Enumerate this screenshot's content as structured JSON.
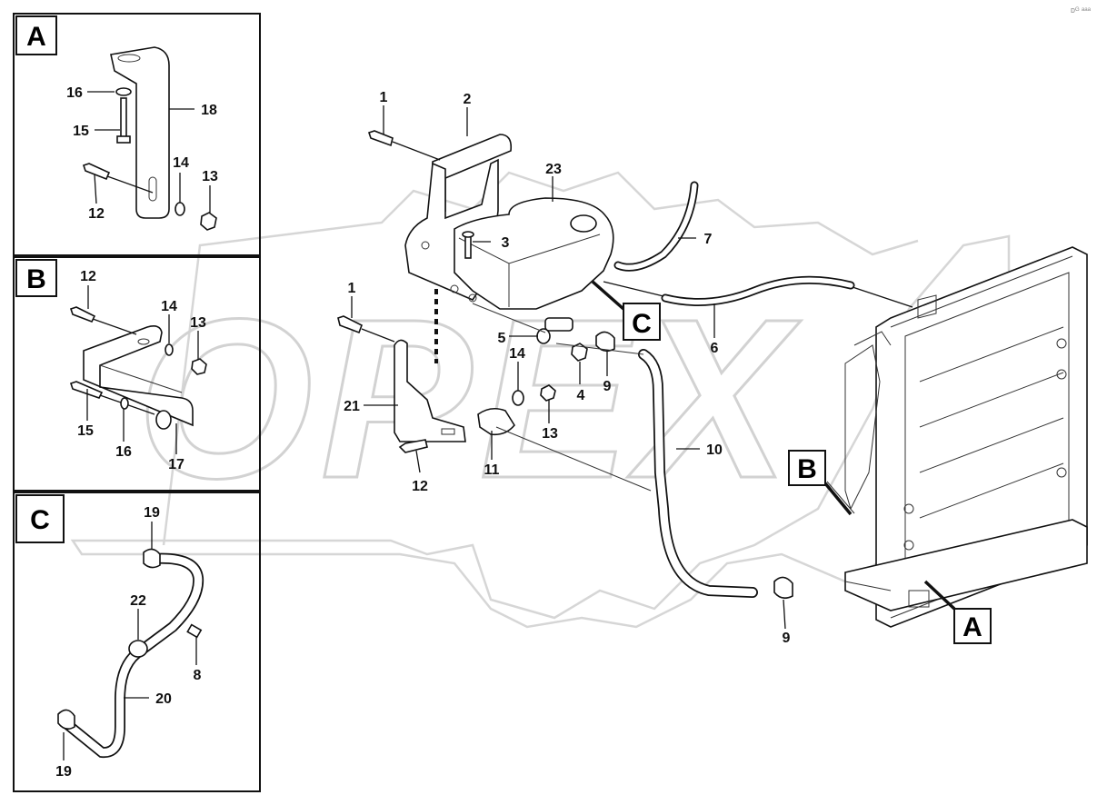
{
  "watermark": "OPEX",
  "corner_mark": "ᴅᴳ ᵃᵃᵃ",
  "panels": [
    {
      "letter": "A",
      "callouts": [
        "16",
        "18",
        "15",
        "14",
        "13",
        "12"
      ]
    },
    {
      "letter": "B",
      "callouts": [
        "12",
        "14",
        "13",
        "15",
        "16",
        "17"
      ]
    },
    {
      "letter": "C",
      "callouts": [
        "19",
        "22",
        "8",
        "20",
        "19"
      ]
    }
  ],
  "main": {
    "callouts": [
      "1",
      "2",
      "23",
      "3",
      "7",
      "1",
      "C",
      "5",
      "14",
      "4",
      "9",
      "6",
      "21",
      "13",
      "10",
      "11",
      "12",
      "B",
      "9",
      "A"
    ]
  }
}
